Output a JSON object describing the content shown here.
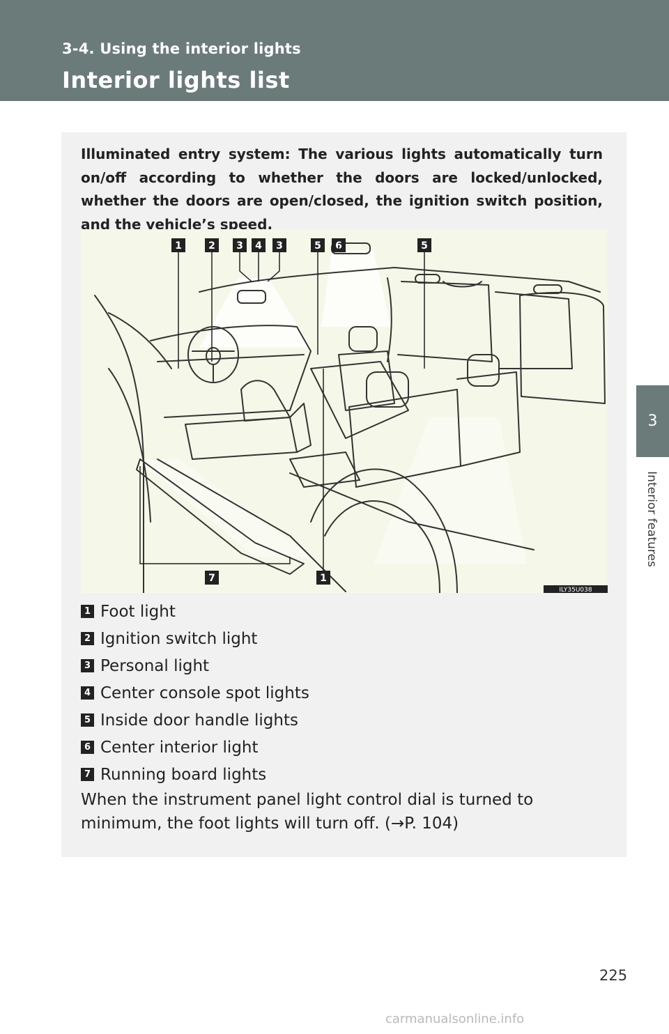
{
  "header": {
    "section": "3-4. Using the interior lights",
    "title": "Interior lights list"
  },
  "side_tab": {
    "chapter_number": "3",
    "chapter_label": "Interior features"
  },
  "intro": "Illuminated entry system: The various lights automatically turn on/off according to whether the doors are locked/unlocked, whether the doors are open/closed, the ignition switch position, and the vehicle’s speed.",
  "illustration": {
    "code": "ILY35U038",
    "callouts_top": [
      "1",
      "2",
      "3",
      "4",
      "3",
      "5",
      "6",
      "5"
    ],
    "callouts_bottom": [
      "7",
      "1"
    ]
  },
  "items": [
    {
      "num": "1",
      "label": "Foot light"
    },
    {
      "num": "2",
      "label": "Ignition switch light"
    },
    {
      "num": "3",
      "label": "Personal light"
    },
    {
      "num": "4",
      "label": "Center console spot lights"
    },
    {
      "num": "5",
      "label": "Inside door handle lights"
    },
    {
      "num": "6",
      "label": "Center interior light"
    },
    {
      "num": "7",
      "label": "Running board lights"
    }
  ],
  "note": "When the instrument panel light control dial is turned to minimum, the foot lights will turn off. (→P. 104)",
  "page_number": "225",
  "watermark": "carmanualsonline.info"
}
